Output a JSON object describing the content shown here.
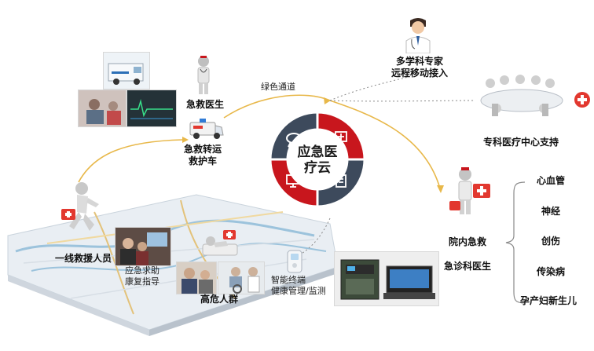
{
  "hub": {
    "title_line1": "应急医",
    "title_line2": "疗云"
  },
  "green_channel": "绿色通道",
  "emergency_doctor": "急救医生",
  "ambulance": {
    "line1": "急救转运",
    "line2": "救护车"
  },
  "remote_experts": {
    "line1": "多学科专家",
    "line2": "远程移动接入"
  },
  "specialty_center": "专科医疗中心支持",
  "hospital": {
    "line1": "院内急救",
    "line2": "急诊科医生"
  },
  "departments": [
    "心血管",
    "神经",
    "创伤",
    "传染病",
    "孕产妇新生儿"
  ],
  "first_responder": "一线救援人员",
  "help": {
    "line1": "应急求助",
    "line2": "康复指导"
  },
  "high_risk": "高危人群",
  "smart_terminal": {
    "line1": "智能终端",
    "line2": "健康管理/监测"
  },
  "colors": {
    "red": "#c8161d",
    "slate": "#3d4a5c",
    "gold": "#e8b84a",
    "map_blue": "#9cc3dc"
  }
}
